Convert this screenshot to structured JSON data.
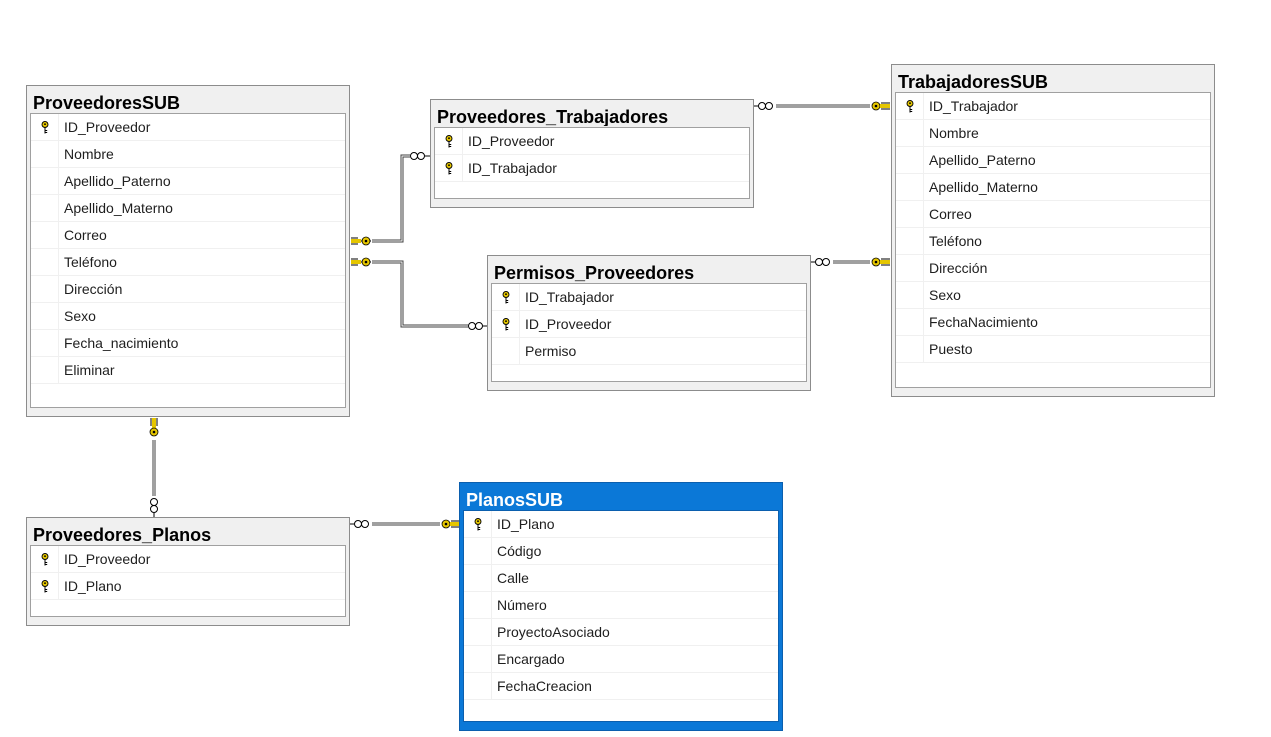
{
  "diagram": {
    "tables": {
      "proveedores": {
        "title": "ProveedoresSUB",
        "columns": [
          {
            "name": "ID_Proveedor",
            "key": true
          },
          {
            "name": "Nombre",
            "key": false
          },
          {
            "name": "Apellido_Paterno",
            "key": false
          },
          {
            "name": "Apellido_Materno",
            "key": false
          },
          {
            "name": "Correo",
            "key": false
          },
          {
            "name": "Teléfono",
            "key": false
          },
          {
            "name": "Dirección",
            "key": false
          },
          {
            "name": "Sexo",
            "key": false
          },
          {
            "name": "Fecha_nacimiento",
            "key": false
          },
          {
            "name": "Eliminar",
            "key": false
          }
        ]
      },
      "proveedores_trabajadores": {
        "title": "Proveedores_Trabajadores",
        "columns": [
          {
            "name": "ID_Proveedor",
            "key": true
          },
          {
            "name": "ID_Trabajador",
            "key": true
          }
        ]
      },
      "trabajadores": {
        "title": "TrabajadoresSUB",
        "columns": [
          {
            "name": "ID_Trabajador",
            "key": true
          },
          {
            "name": "Nombre",
            "key": false
          },
          {
            "name": "Apellido_Paterno",
            "key": false
          },
          {
            "name": "Apellido_Materno",
            "key": false
          },
          {
            "name": "Correo",
            "key": false
          },
          {
            "name": "Teléfono",
            "key": false
          },
          {
            "name": "Dirección",
            "key": false
          },
          {
            "name": "Sexo",
            "key": false
          },
          {
            "name": "FechaNacimiento",
            "key": false
          },
          {
            "name": "Puesto",
            "key": false
          }
        ]
      },
      "permisos": {
        "title": "Permisos_Proveedores",
        "columns": [
          {
            "name": "ID_Trabajador",
            "key": true
          },
          {
            "name": "ID_Proveedor",
            "key": true
          },
          {
            "name": "Permiso",
            "key": false
          }
        ]
      },
      "proveedores_planos": {
        "title": "Proveedores_Planos",
        "columns": [
          {
            "name": "ID_Proveedor",
            "key": true
          },
          {
            "name": "ID_Plano",
            "key": true
          }
        ]
      },
      "planos": {
        "title": "PlanosSUB",
        "selected": true,
        "columns": [
          {
            "name": "ID_Plano",
            "key": true
          },
          {
            "name": "Código",
            "key": false
          },
          {
            "name": "Calle",
            "key": false
          },
          {
            "name": "Número",
            "key": false
          },
          {
            "name": "ProyectoAsociado",
            "key": false
          },
          {
            "name": "Encargado",
            "key": false
          },
          {
            "name": "FechaCreacion",
            "key": false
          }
        ]
      }
    },
    "colors": {
      "key_gold": "#e5c600",
      "selected_blue": "#0b78d7",
      "line": "#404040"
    }
  }
}
